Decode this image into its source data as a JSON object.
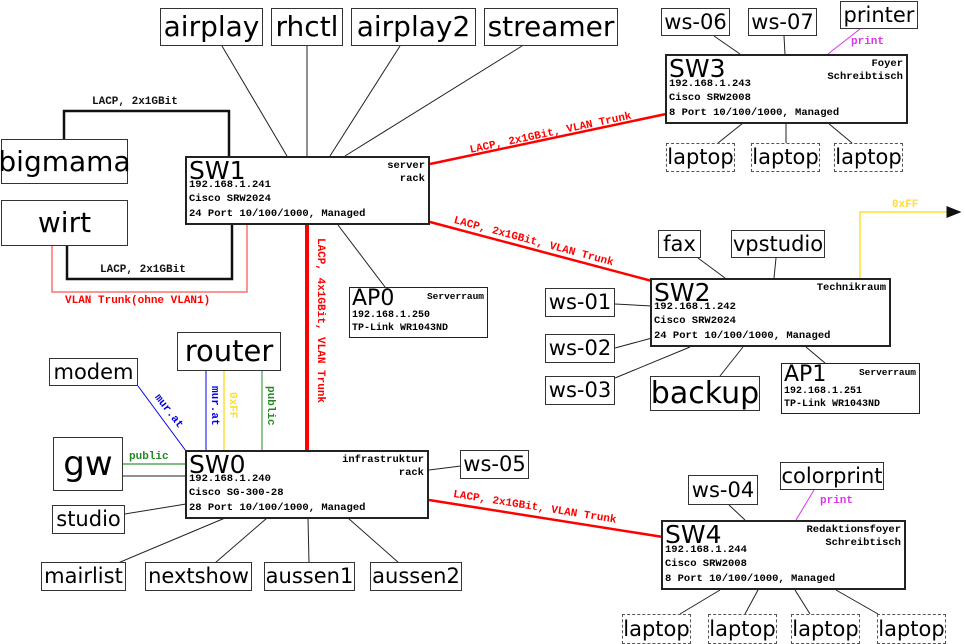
{
  "colors": {
    "trunk": "#ff0000",
    "vlan_light": "#ff7070",
    "murat": "#0000ee",
    "oxff": "#ffdd33",
    "public": "#228822",
    "print": "#dd33ee",
    "line": "#222222"
  },
  "switches": {
    "sw1": {
      "name": "SW1",
      "location": "server\nrack",
      "ip": "192.168.1.241",
      "model": "Cisco SRW2024",
      "ports": "24 Port 10/100/1000, Managed"
    },
    "sw2": {
      "name": "SW2",
      "location": "Technikraum",
      "ip": "192.168.1.242",
      "model": "Cisco SRW2024",
      "ports": "24 Port 10/100/1000, Managed"
    },
    "sw3": {
      "name": "SW3",
      "location": "Foyer\nSchreibtisch",
      "ip": "192.168.1.243",
      "model": "Cisco SRW2008",
      "ports": "8 Port 10/100/1000, Managed"
    },
    "sw0": {
      "name": "SW0",
      "location": "infrastruktur\nrack",
      "ip": "192.168.1.240",
      "model": "Cisco SG-300-28",
      "ports": "28 Port 10/100/1000, Managed"
    },
    "sw4": {
      "name": "SW4",
      "location": "Redaktionsfoyer\nSchreibtisch",
      "ip": "192.168.1.244",
      "model": "Cisco SRW2008",
      "ports": "8 Port 10/100/1000, Managed"
    }
  },
  "access_points": {
    "ap0": {
      "name": "AP0",
      "location": "Serverraum",
      "ip": "192.168.1.250",
      "model": "TP-Link WR1043ND"
    },
    "ap1": {
      "name": "AP1",
      "location": "Serverraum",
      "ip": "192.168.1.251",
      "model": "TP-Link WR1043ND"
    }
  },
  "hosts": {
    "airplay": "airplay",
    "rhctl": "rhctl",
    "airplay2": "airplay2",
    "streamer": "streamer",
    "bigmama": "bigmama",
    "wirt": "wirt",
    "ws06": "ws-06",
    "ws07": "ws-07",
    "printer": "printer",
    "laptop": "laptop",
    "fax": "fax",
    "vpstudio": "vpstudio",
    "ws01": "ws-01",
    "ws02": "ws-02",
    "ws03": "ws-03",
    "backup": "backup",
    "router": "router",
    "modem": "modem",
    "gw": "gw",
    "studio": "studio",
    "ws05": "ws-05",
    "mairlist": "mairlist",
    "nextshow": "nextshow",
    "aussen1": "aussen1",
    "aussen2": "aussen2",
    "ws04": "ws-04",
    "colorprint": "colorprint"
  },
  "links": {
    "lacp_2x": "LACP, 2x1GBit",
    "lacp_2x_vlan": "LACP, 2x1GBit, VLAN Trunk",
    "lacp_4x_vlan": "LACP, 4x1GBit, VLAN Trunk",
    "vlan_trunk_no1": "VLAN Trunk(ohne VLAN1)",
    "murat": "mur.at",
    "oxff": "0xFF",
    "public": "public",
    "print": "print"
  }
}
